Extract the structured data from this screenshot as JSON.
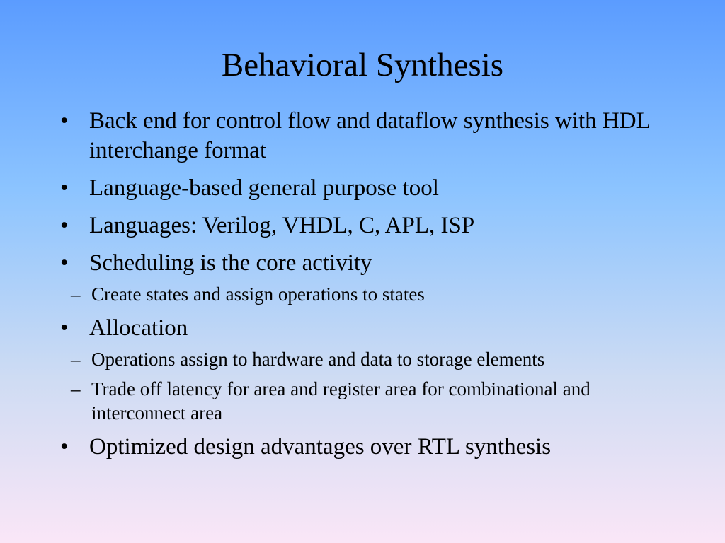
{
  "slide": {
    "title": "Behavioral Synthesis",
    "bullet_marker": "•",
    "sub_marker": "–",
    "items": [
      {
        "text": "Back end for control flow and dataflow synthesis with HDL interchange format"
      },
      {
        "text": "Language-based general purpose tool"
      },
      {
        "text": "Languages: Verilog, VHDL, C, APL, ISP"
      },
      {
        "text": "Scheduling is the core activity",
        "subitems": [
          "Create states and assign operations to states"
        ]
      },
      {
        "text": "Allocation",
        "subitems": [
          "Operations assign to hardware and data to storage elements",
          "Trade off latency for area and register area for combinational and interconnect area"
        ]
      },
      {
        "text": "Optimized design advantages over RTL synthesis"
      }
    ]
  },
  "colors": {
    "background_top": "#5b9cff",
    "background_bottom": "#fae6f7",
    "text": "#000000"
  }
}
